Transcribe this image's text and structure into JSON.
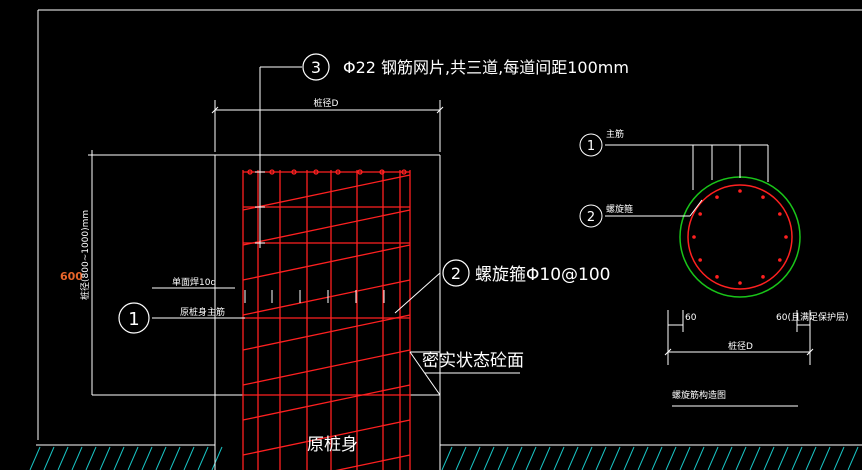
{
  "colors": {
    "background": "#000000",
    "linework": "#ffffff",
    "rebar": "#ff2020",
    "cover_circle": "#19c419",
    "highlight_dim": "#e8652a",
    "hatch": "#19c4c4"
  },
  "callouts": {
    "mesh": {
      "number": "3",
      "text": "Φ22 钢筋网片,共三道,每道间距100mm"
    },
    "spiral": {
      "number": "2",
      "text": "螺旋箍Φ10@100"
    },
    "main_bar": {
      "number": "1",
      "text": "原桩身主筋"
    },
    "weld": {
      "text": "单面焊10d"
    },
    "dense": {
      "text": "密实状态砼面"
    },
    "pile_body": {
      "text": "原桩身"
    }
  },
  "dimensions": {
    "top_width": "桩径D",
    "height_highlight": "600",
    "height_text": "桩径(800~1000)mm"
  },
  "section_detail": {
    "main_label_num": "1",
    "main_label": "主筋",
    "spiral_label_num": "2",
    "spiral_label": "螺旋箍",
    "dim_left": "60",
    "dim_right": "60(且满足保护层)",
    "dim_bottom": "桩径D",
    "title": "螺旋筋构造图"
  }
}
